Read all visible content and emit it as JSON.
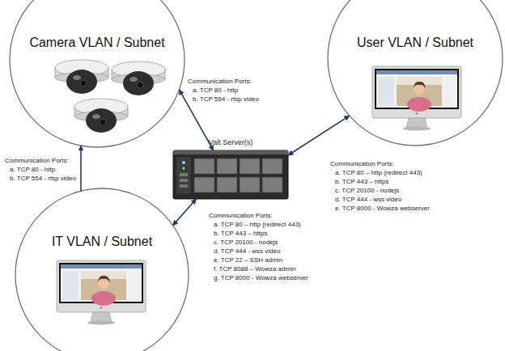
{
  "diagram": {
    "nodes": [
      {
        "text": [
          "Camera VLAN / Subnet"
        ]
      },
      {
        "text": [
          "User VLAN / Subnet"
        ]
      },
      {
        "text": [
          "Valt Server(s)"
        ]
      },
      {
        "text": [
          "IT VLAN / Subnet"
        ]
      }
    ],
    "edges": [
      {
        "from": 0,
        "to": 2,
        "arrow": "both"
      },
      {
        "from": 1,
        "to": 2,
        "arrow": "both"
      },
      {
        "from": 3,
        "to": 2,
        "arrow": "both"
      },
      {
        "from": 3,
        "to": 0,
        "arrow": "to"
      }
    ],
    "labels": [
      "Communication Ports:",
      "a. TCP 80 - http",
      "b. TCP 554 - rtsp video",
      "Communication Ports:",
      "a. TCP 80 - http",
      "b. TCP 554 - rtsp video",
      "Communication Ports:",
      "a. TCP 80 – http (redirect 443)",
      "b. TCP 443 – https",
      "c. TCP 20100 - nodejs",
      "d. TCP 444 - wss video",
      "e. TCP 8000 - Wowza webserver",
      "Communication Ports:",
      "a. TCP 80 – http (redirect 443)",
      "b. TCP 443 – https",
      "c. TCP 20100 - nodejs",
      "d. TCP 444 - wss video",
      "e. TCP 22 – SSH admin",
      "f. TCP 8088 – Wowza admin",
      "g. TCP 8000 - Wowza webserver"
    ]
  }
}
